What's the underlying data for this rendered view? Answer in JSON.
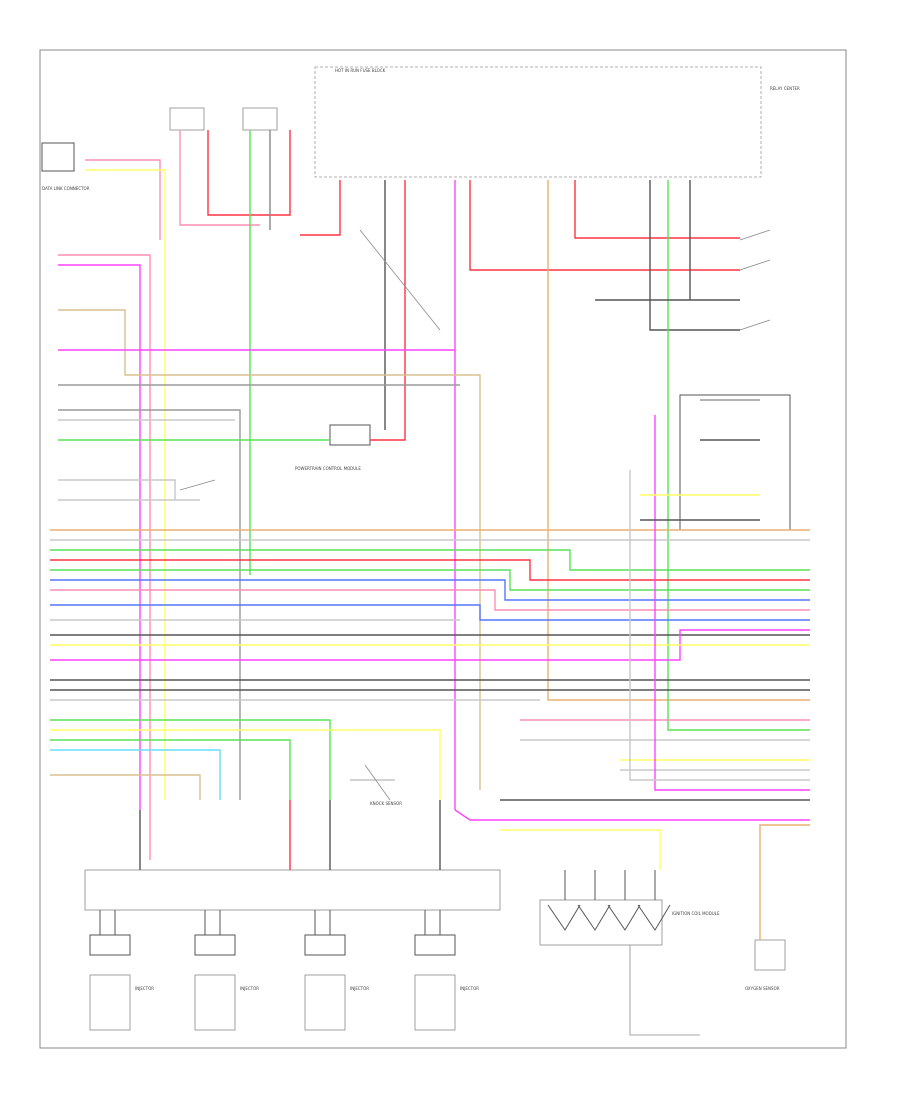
{
  "diagram": {
    "footer_code": "",
    "colors": {
      "pink": "#ff8fb4",
      "red": "#ff3344",
      "green": "#58e058",
      "yellow": "#ffff66",
      "magenta": "#ff44ff",
      "blue": "#5577ff",
      "lightblue": "#66ddff",
      "orange": "#e8b070",
      "tan": "#d8c090",
      "gray": "#9a9a9a",
      "darkgray": "#555555",
      "black": "#222222",
      "white": "#ffffff",
      "lightgray": "#c8c8c8"
    },
    "components": [
      {
        "id": "data-link-connector",
        "label": "DATA LINK CONNECTOR"
      },
      {
        "id": "fuse-block",
        "label": "HOT IN RUN FUSE BLOCK"
      },
      {
        "id": "powertrain-control-module",
        "label": "POWERTRAIN CONTROL MODULE"
      },
      {
        "id": "injector-1",
        "label": "INJECTOR"
      },
      {
        "id": "injector-2",
        "label": "INJECTOR"
      },
      {
        "id": "injector-3",
        "label": "INJECTOR"
      },
      {
        "id": "injector-4",
        "label": "INJECTOR"
      },
      {
        "id": "ignition-coil-module",
        "label": "IGNITION COIL MODULE"
      },
      {
        "id": "knock-sensor",
        "label": "KNOCK SENSOR"
      },
      {
        "id": "oxygen-sensor",
        "label": "OXYGEN SENSOR"
      },
      {
        "id": "relay-center",
        "label": "RELAY CENTER"
      }
    ]
  }
}
